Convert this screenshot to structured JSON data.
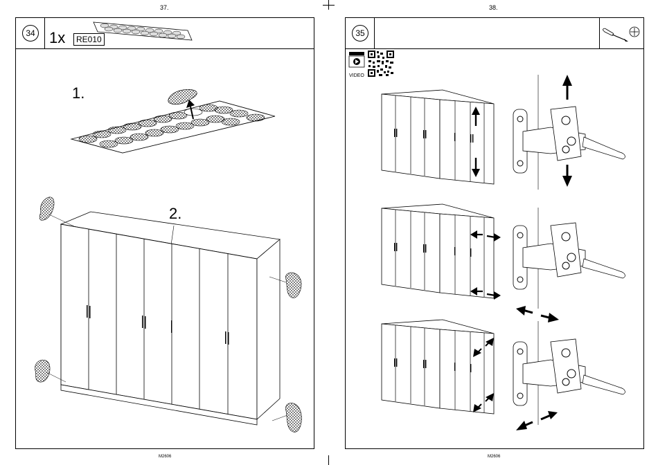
{
  "left_page": {
    "page_number": "37.",
    "step_number": "34",
    "quantity": "1x",
    "part_code": "RE010",
    "sub_steps": [
      "1.",
      "2."
    ],
    "footer": "M2606"
  },
  "right_page": {
    "page_number": "38.",
    "step_number": "35",
    "video_label": "VIDEO",
    "footer": "M2606"
  }
}
